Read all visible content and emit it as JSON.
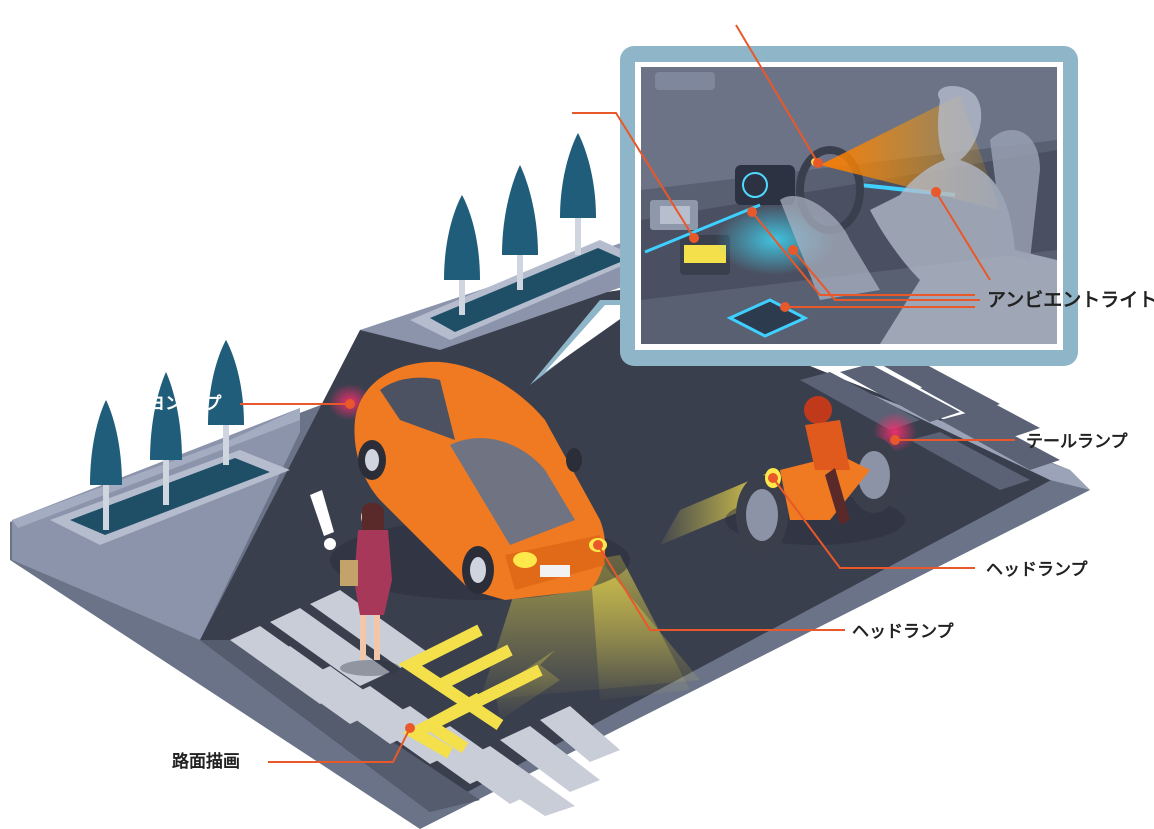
{
  "labels": {
    "ambient_light": "アンビエントライト",
    "tail_lamp": "テールランプ",
    "head_lamp_moto": "ヘッドランプ",
    "head_lamp_car": "ヘッドランプ",
    "road_drawing": "路面描画",
    "position_lamp_fragment": "ヨン  ンプ"
  },
  "colors": {
    "leader_line": "#e8582a",
    "car_body": "#ef7a22",
    "road": "#3a3f4e",
    "sidewalk": "#8b94ab",
    "inset_frame": "#8fb5c9",
    "tree": "#1f5d7a",
    "light_beam": "#f4e04a",
    "ambient_glow": "#3fd0ff"
  },
  "icons": {
    "warning": "exclamation-mark",
    "pedestrian": "woman-walking",
    "motorcycle": "motorcycle-rider",
    "car": "orange-hatchback"
  }
}
